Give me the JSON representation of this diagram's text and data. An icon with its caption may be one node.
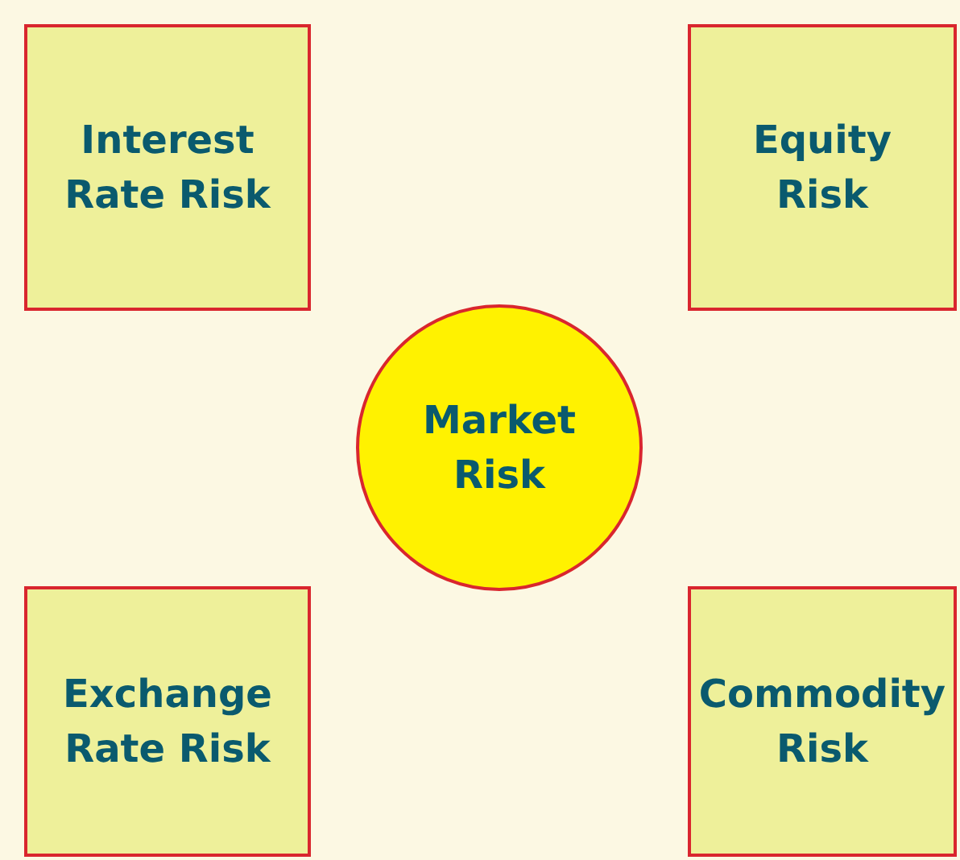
{
  "diagram": {
    "nodes": [
      {
        "text": [
          "Interest Rate Risk"
        ]
      },
      {
        "text": [
          "Equity Risk"
        ]
      },
      {
        "text": [
          "Market Risk"
        ]
      },
      {
        "text": [
          "Exchange Rate Risk"
        ]
      },
      {
        "text": [
          "Commodity Risk"
        ]
      }
    ]
  }
}
